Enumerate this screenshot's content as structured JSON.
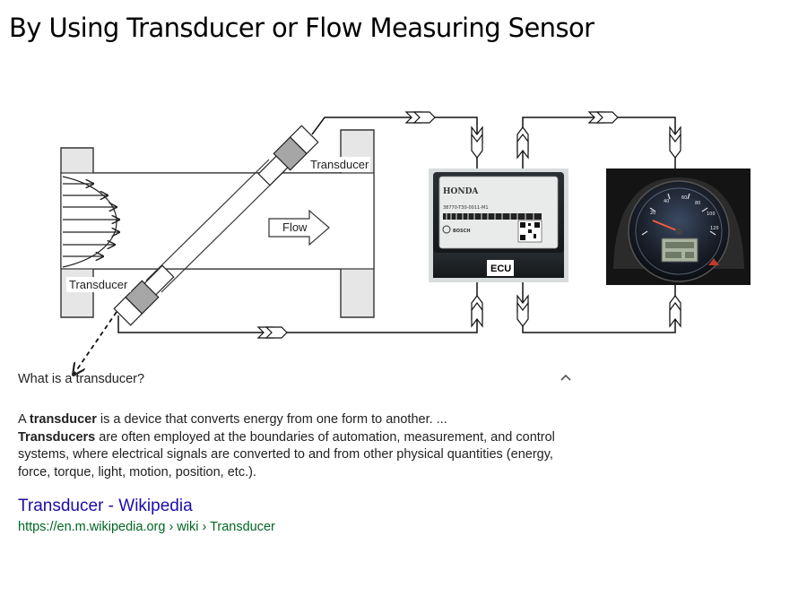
{
  "slide": {
    "title": "By Using Transducer or Flow Measuring Sensor"
  },
  "diagram": {
    "transducer_top_label": "Transducer",
    "transducer_bottom_label": "Transducer",
    "flow_label": "Flow",
    "ecu_label": "ECU",
    "ecu_photo": {
      "brand": "HONDA",
      "maker": "BOSCH",
      "part_line": "38770-T30-0011-M1"
    },
    "dashboard_photo": {
      "speed_ticks": [
        "20",
        "40",
        "60",
        "80",
        "100",
        "120"
      ]
    },
    "colors": {
      "pipe_fill": "#e6e6e6",
      "pipe_stroke": "#333333",
      "transducer_fill": "#a6a6a6",
      "wire": "#111111"
    }
  },
  "faq": {
    "question": "What is a transducer?",
    "expand_icon": "chevron-up-icon",
    "answer_bold_1": "transducer",
    "answer_part_1": "A ",
    "answer_part_2": " is a device that converts energy from one form to another. ...",
    "answer_bold_2": "Transducers",
    "answer_part_3": " are often employed at the boundaries of automation, measurement, and control systems, where electrical signals are converted to and from other physical quantities (energy, force, torque, light, motion, position, etc.).",
    "link_text": "Transducer - Wikipedia",
    "link_url": "https://en.m.wikipedia.org › wiki › Transducer",
    "link_color": "#1a0dab",
    "url_color": "#006621"
  }
}
